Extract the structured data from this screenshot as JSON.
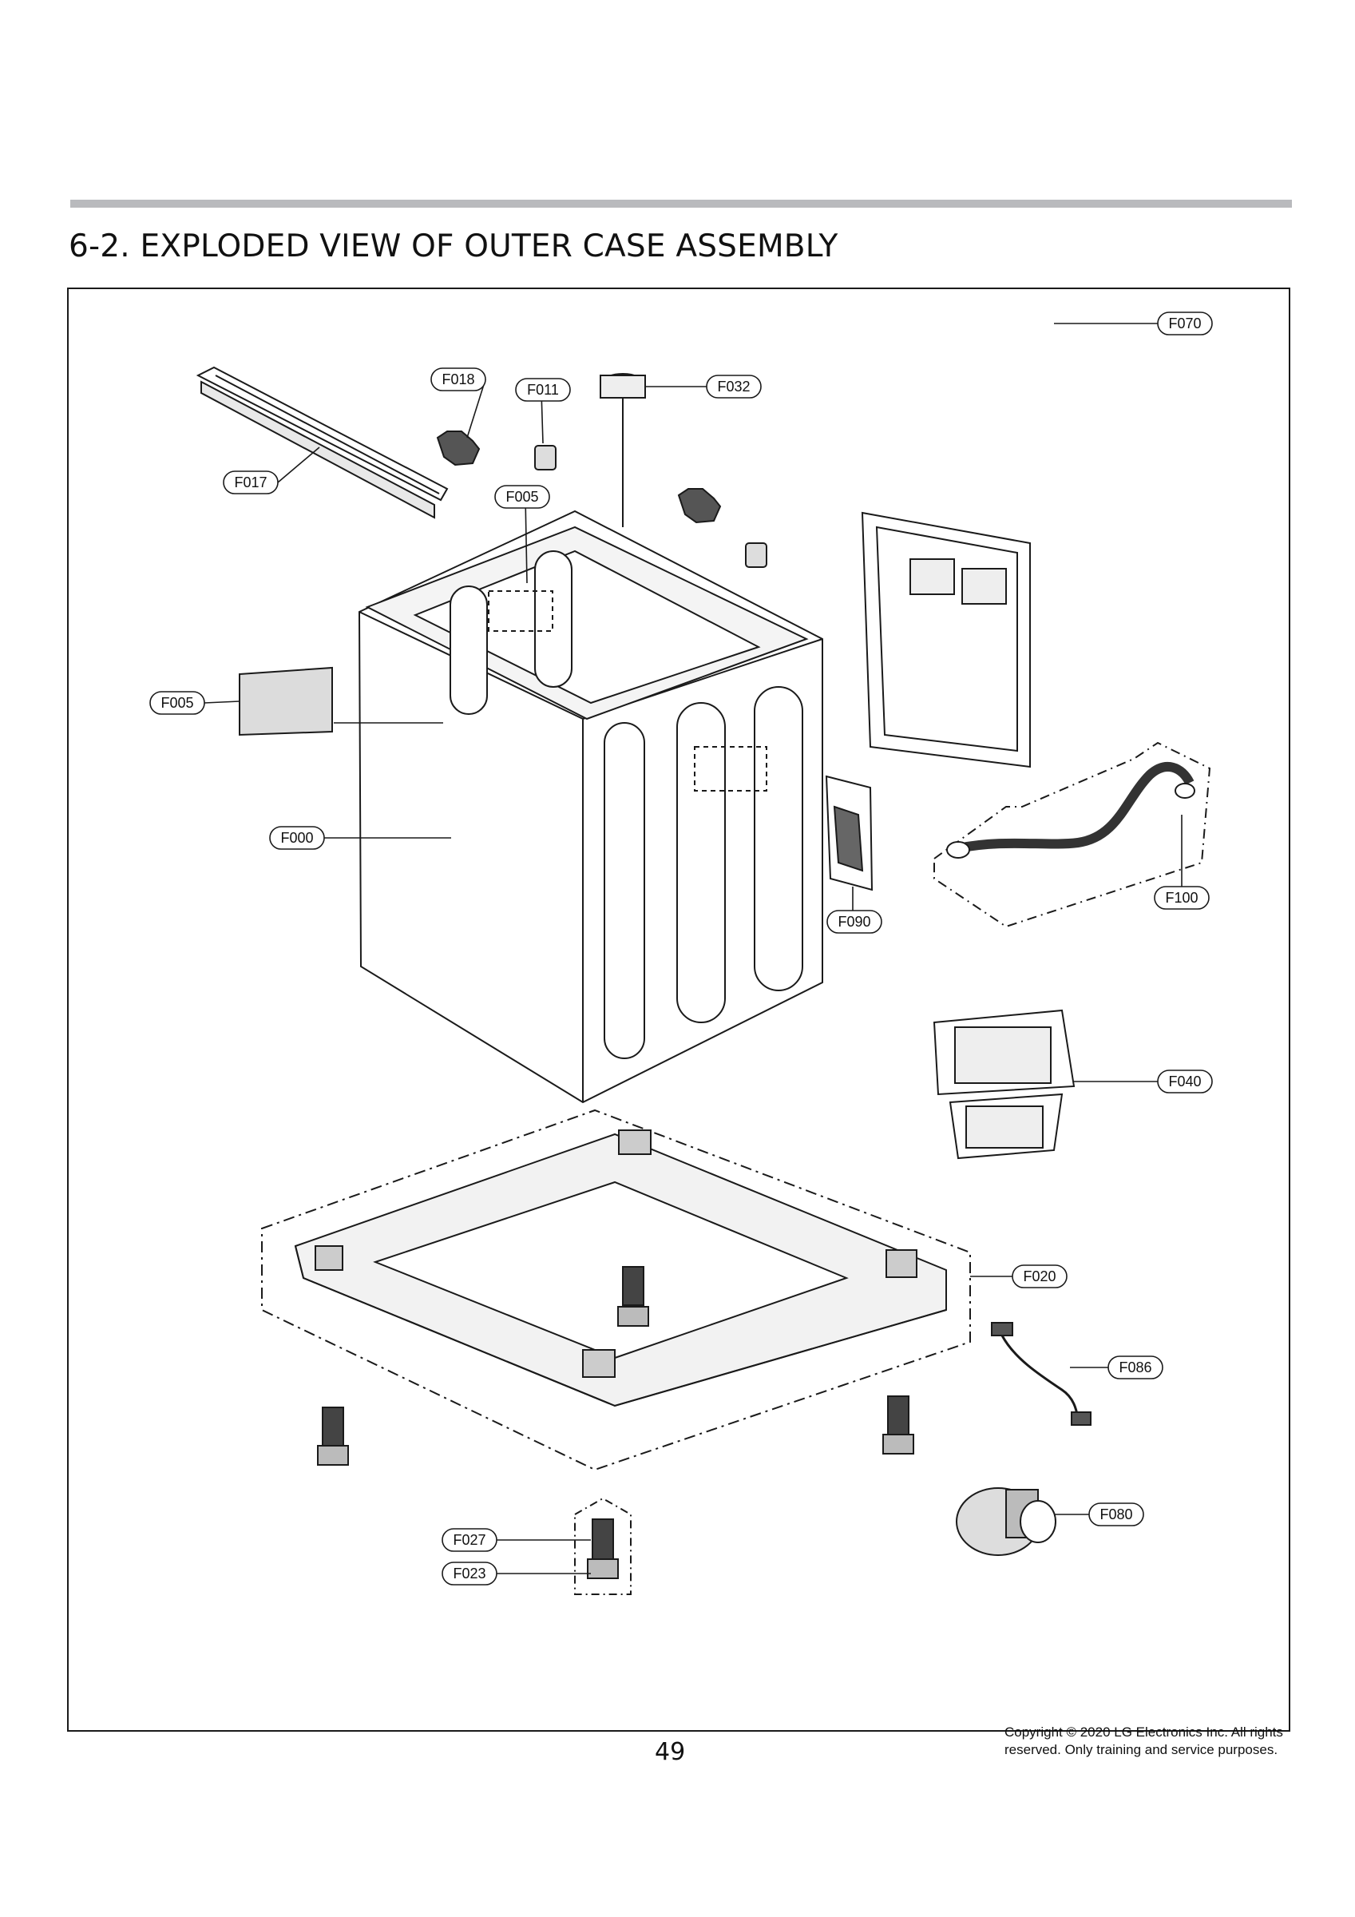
{
  "page": {
    "title": "6-2. EXPLODED VIEW OF OUTER CASE ASSEMBLY",
    "page_number": "49",
    "copyright": "Copyright © 2020 LG Electronics Inc. All rights reserved. Only training and service purposes."
  },
  "callouts": {
    "f018": "F018",
    "f011": "F011",
    "f032": "F032",
    "f017": "F017",
    "f005_top": "F005",
    "f070": "F070",
    "f005_left": "F005",
    "f000": "F000",
    "f090": "F090",
    "f100": "F100",
    "f040": "F040",
    "f020": "F020",
    "f086": "F086",
    "f080": "F080",
    "f027": "F027",
    "f023": "F023"
  }
}
